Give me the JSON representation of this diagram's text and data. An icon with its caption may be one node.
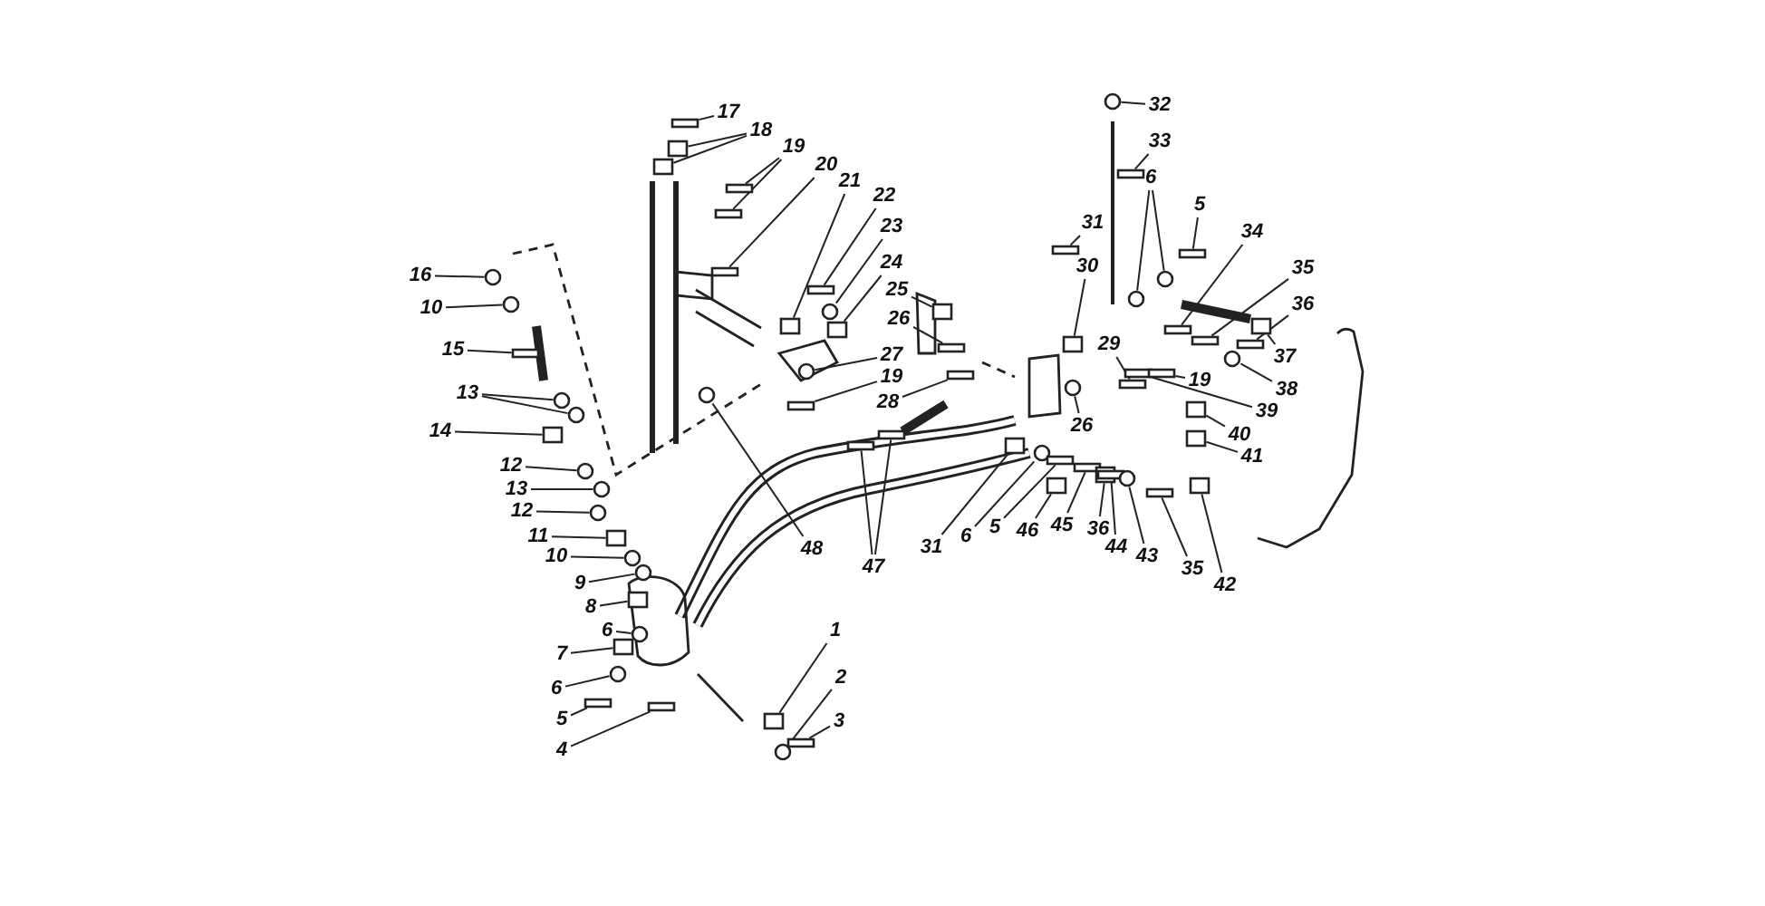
{
  "diagram": {
    "nodes": [
      {
        "text": [
          "16"
        ]
      },
      {
        "text": [
          "10"
        ]
      },
      {
        "text": [
          "15"
        ]
      },
      {
        "text": [
          "13"
        ]
      },
      {
        "text": [
          "14"
        ]
      },
      {
        "text": [
          "12"
        ]
      },
      {
        "text": [
          "13"
        ]
      },
      {
        "text": [
          "12"
        ]
      },
      {
        "text": [
          "11"
        ]
      },
      {
        "text": [
          "10"
        ]
      },
      {
        "text": [
          "9"
        ]
      },
      {
        "text": [
          "8"
        ]
      },
      {
        "text": [
          "6"
        ]
      },
      {
        "text": [
          "7"
        ]
      },
      {
        "text": [
          "6"
        ]
      },
      {
        "text": [
          "5"
        ]
      },
      {
        "text": [
          "4"
        ]
      },
      {
        "text": [
          "1"
        ]
      },
      {
        "text": [
          "2"
        ]
      },
      {
        "text": [
          "3"
        ]
      },
      {
        "text": [
          "17"
        ]
      },
      {
        "text": [
          "18"
        ]
      },
      {
        "text": [
          "19"
        ]
      },
      {
        "text": [
          "20"
        ]
      },
      {
        "text": [
          "21"
        ]
      },
      {
        "text": [
          "22"
        ]
      },
      {
        "text": [
          "23"
        ]
      },
      {
        "text": [
          "24"
        ]
      },
      {
        "text": [
          "25"
        ]
      },
      {
        "text": [
          "26"
        ]
      },
      {
        "text": [
          "27"
        ]
      },
      {
        "text": [
          "19"
        ]
      },
      {
        "text": [
          "28"
        ]
      },
      {
        "text": [
          "48"
        ]
      },
      {
        "text": [
          "47"
        ]
      },
      {
        "text": [
          "31"
        ]
      },
      {
        "text": [
          "6"
        ]
      },
      {
        "text": [
          "5"
        ]
      },
      {
        "text": [
          "46"
        ]
      },
      {
        "text": [
          "45"
        ]
      },
      {
        "text": [
          "36"
        ]
      },
      {
        "text": [
          "44"
        ]
      },
      {
        "text": [
          "43"
        ]
      },
      {
        "text": [
          "35"
        ]
      },
      {
        "text": [
          "42"
        ]
      },
      {
        "text": [
          "32"
        ]
      },
      {
        "text": [
          "33"
        ]
      },
      {
        "text": [
          "6"
        ]
      },
      {
        "text": [
          "5"
        ]
      },
      {
        "text": [
          "34"
        ]
      },
      {
        "text": [
          "35"
        ]
      },
      {
        "text": [
          "36"
        ]
      },
      {
        "text": [
          "37"
        ]
      },
      {
        "text": [
          "38"
        ]
      },
      {
        "text": [
          "39"
        ]
      },
      {
        "text": [
          "40"
        ]
      },
      {
        "text": [
          "41"
        ]
      },
      {
        "text": [
          "29"
        ]
      },
      {
        "text": [
          "30"
        ]
      },
      {
        "text": [
          "31"
        ]
      },
      {
        "text": [
          "19"
        ]
      },
      {
        "text": [
          "26"
        ]
      },
      {
        "text": [],
        "shape": "circle"
      },
      {
        "text": [],
        "shape": "circle"
      },
      {
        "text": [],
        "shape": "bar"
      },
      {
        "text": [],
        "shape": "circle"
      },
      {
        "text": [],
        "shape": "circle"
      },
      {
        "text": [],
        "shape": "box"
      },
      {
        "text": [],
        "shape": "circle"
      },
      {
        "text": [],
        "shape": "circle"
      },
      {
        "text": [],
        "shape": "circle"
      },
      {
        "text": [],
        "shape": "box"
      },
      {
        "text": [],
        "shape": "circle"
      },
      {
        "text": [],
        "shape": "circle"
      },
      {
        "text": [],
        "shape": "box"
      },
      {
        "text": [],
        "shape": "circle"
      },
      {
        "text": [],
        "shape": "box"
      },
      {
        "text": [],
        "shape": "circle"
      },
      {
        "text": [],
        "shape": "bar"
      },
      {
        "text": [],
        "shape": "bar"
      },
      {
        "text": [],
        "shape": "box"
      },
      {
        "text": [],
        "shape": "circle"
      },
      {
        "text": [],
        "shape": "bar"
      },
      {
        "text": [],
        "shape": "bar"
      },
      {
        "text": [],
        "shape": "box"
      },
      {
        "text": [],
        "shape": "box"
      },
      {
        "text": [],
        "shape": "bar"
      },
      {
        "text": [],
        "shape": "bar"
      },
      {
        "text": [],
        "shape": "bar"
      },
      {
        "text": [],
        "shape": "box"
      },
      {
        "text": [],
        "shape": "bar"
      },
      {
        "text": [],
        "shape": "circle"
      },
      {
        "text": [],
        "shape": "box"
      },
      {
        "text": [],
        "shape": "box"
      },
      {
        "text": [],
        "shape": "bar"
      },
      {
        "text": [],
        "shape": "circle"
      },
      {
        "text": [],
        "shape": "bar"
      },
      {
        "text": [],
        "shape": "bar"
      },
      {
        "text": [],
        "shape": "circle"
      },
      {
        "text": [],
        "shape": "bar"
      },
      {
        "text": [],
        "shape": "bar"
      },
      {
        "text": [],
        "shape": "box"
      },
      {
        "text": [],
        "shape": "circle"
      },
      {
        "text": [],
        "shape": "bar"
      },
      {
        "text": [],
        "shape": "box"
      },
      {
        "text": [],
        "shape": "bar"
      },
      {
        "text": [],
        "shape": "box"
      },
      {
        "text": [],
        "shape": "bar"
      },
      {
        "text": [],
        "shape": "circle"
      },
      {
        "text": [],
        "shape": "bar"
      },
      {
        "text": [],
        "shape": "box"
      },
      {
        "text": [],
        "shape": "circle"
      },
      {
        "text": [],
        "shape": "bar"
      },
      {
        "text": [],
        "shape": "circle"
      },
      {
        "text": [],
        "shape": "circle"
      },
      {
        "text": [],
        "shape": "bar"
      },
      {
        "text": [],
        "shape": "bar"
      },
      {
        "text": [],
        "shape": "bar"
      },
      {
        "text": [],
        "shape": "bar"
      },
      {
        "text": [],
        "shape": "box"
      },
      {
        "text": [],
        "shape": "circle"
      },
      {
        "text": [],
        "shape": "bar"
      },
      {
        "text": [],
        "shape": "box"
      },
      {
        "text": [],
        "shape": "box"
      },
      {
        "text": [],
        "shape": "bar"
      },
      {
        "text": [],
        "shape": "box"
      },
      {
        "text": [],
        "shape": "bar"
      },
      {
        "text": [],
        "shape": "bar"
      },
      {
        "text": [],
        "shape": "circle"
      }
    ],
    "edges": [
      {
        "from": 0,
        "to": 62,
        "arrow": "none"
      },
      {
        "from": 1,
        "to": 63,
        "arrow": "none"
      },
      {
        "from": 2,
        "to": 64,
        "arrow": "none"
      },
      {
        "from": 3,
        "to": 65,
        "arrow": "none"
      },
      {
        "from": 3,
        "to": 66,
        "arrow": "none"
      },
      {
        "from": 4,
        "to": 67,
        "arrow": "none"
      },
      {
        "from": 5,
        "to": 68,
        "arrow": "none"
      },
      {
        "from": 6,
        "to": 69,
        "arrow": "none"
      },
      {
        "from": 7,
        "to": 70,
        "arrow": "none"
      },
      {
        "from": 8,
        "to": 71,
        "arrow": "none"
      },
      {
        "from": 9,
        "to": 72,
        "arrow": "none"
      },
      {
        "from": 10,
        "to": 73,
        "arrow": "none"
      },
      {
        "from": 11,
        "to": 74,
        "arrow": "none"
      },
      {
        "from": 12,
        "to": 75,
        "arrow": "none"
      },
      {
        "from": 13,
        "to": 76,
        "arrow": "none"
      },
      {
        "from": 14,
        "to": 77,
        "arrow": "none"
      },
      {
        "from": 15,
        "to": 78,
        "arrow": "none"
      },
      {
        "from": 16,
        "to": 79,
        "arrow": "none"
      },
      {
        "from": 17,
        "to": 80,
        "arrow": "none"
      },
      {
        "from": 18,
        "to": 81,
        "arrow": "none"
      },
      {
        "from": 19,
        "to": 82,
        "arrow": "none"
      },
      {
        "from": 20,
        "to": 83,
        "arrow": "none"
      },
      {
        "from": 21,
        "to": 84,
        "arrow": "none"
      },
      {
        "from": 21,
        "to": 85,
        "arrow": "none"
      },
      {
        "from": 22,
        "to": 86,
        "arrow": "none"
      },
      {
        "from": 22,
        "to": 87,
        "arrow": "none"
      },
      {
        "from": 23,
        "to": 88,
        "arrow": "none"
      },
      {
        "from": 24,
        "to": 89,
        "arrow": "none"
      },
      {
        "from": 25,
        "to": 90,
        "arrow": "none"
      },
      {
        "from": 26,
        "to": 91,
        "arrow": "none"
      },
      {
        "from": 27,
        "to": 92,
        "arrow": "none"
      },
      {
        "from": 28,
        "to": 93,
        "arrow": "none"
      },
      {
        "from": 29,
        "to": 94,
        "arrow": "none"
      },
      {
        "from": 30,
        "to": 95,
        "arrow": "none"
      },
      {
        "from": 31,
        "to": 96,
        "arrow": "none"
      },
      {
        "from": 32,
        "to": 97,
        "arrow": "none"
      },
      {
        "from": 33,
        "to": 98,
        "arrow": "none"
      },
      {
        "from": 34,
        "to": 99,
        "arrow": "none"
      },
      {
        "from": 34,
        "to": 100,
        "arrow": "none"
      },
      {
        "from": 35,
        "to": 101,
        "arrow": "none"
      },
      {
        "from": 36,
        "to": 102,
        "arrow": "none"
      },
      {
        "from": 37,
        "to": 103,
        "arrow": "none"
      },
      {
        "from": 38,
        "to": 104,
        "arrow": "none"
      },
      {
        "from": 39,
        "to": 105,
        "arrow": "none"
      },
      {
        "from": 40,
        "to": 106,
        "arrow": "none"
      },
      {
        "from": 41,
        "to": 107,
        "arrow": "none"
      },
      {
        "from": 42,
        "to": 108,
        "arrow": "none"
      },
      {
        "from": 43,
        "to": 109,
        "arrow": "none"
      },
      {
        "from": 44,
        "to": 110,
        "arrow": "none"
      },
      {
        "from": 45,
        "to": 111,
        "arrow": "none"
      },
      {
        "from": 46,
        "to": 112,
        "arrow": "none"
      },
      {
        "from": 47,
        "to": 113,
        "arrow": "none"
      },
      {
        "from": 47,
        "to": 114,
        "arrow": "none"
      },
      {
        "from": 48,
        "to": 115,
        "arrow": "none"
      },
      {
        "from": 49,
        "to": 116,
        "arrow": "none"
      },
      {
        "from": 50,
        "to": 117,
        "arrow": "none"
      },
      {
        "from": 51,
        "to": 118,
        "arrow": "none"
      },
      {
        "from": 52,
        "to": 119,
        "arrow": "none"
      },
      {
        "from": 53,
        "to": 120,
        "arrow": "none"
      },
      {
        "from": 54,
        "to": 121,
        "arrow": "none"
      },
      {
        "from": 55,
        "to": 122,
        "arrow": "none"
      },
      {
        "from": 56,
        "to": 123,
        "arrow": "none"
      },
      {
        "from": 57,
        "to": 124,
        "arrow": "none"
      },
      {
        "from": 58,
        "to": 125,
        "arrow": "none"
      },
      {
        "from": 59,
        "to": 126,
        "arrow": "none"
      },
      {
        "from": 60,
        "to": 127,
        "arrow": "none"
      },
      {
        "from": 61,
        "to": 128,
        "arrow": "none"
      }
    ]
  }
}
